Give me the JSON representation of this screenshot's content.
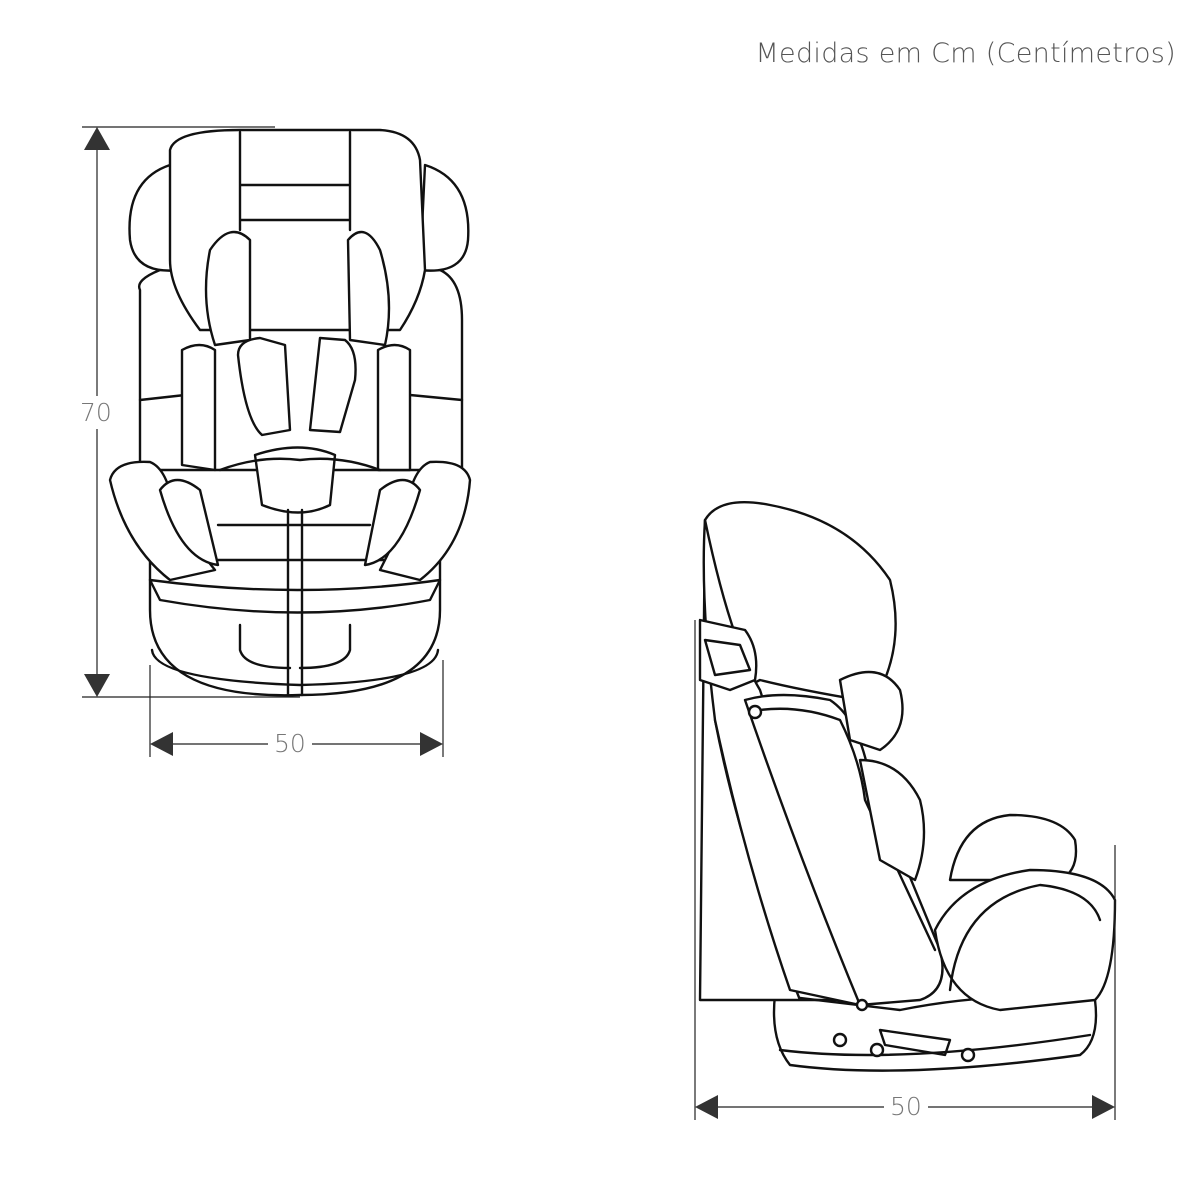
{
  "header": {
    "units_note": "Medidas em Cm (Centímetros)"
  },
  "front_view": {
    "height_label": "70",
    "width_label": "50"
  },
  "side_view": {
    "depth_label": "50"
  }
}
